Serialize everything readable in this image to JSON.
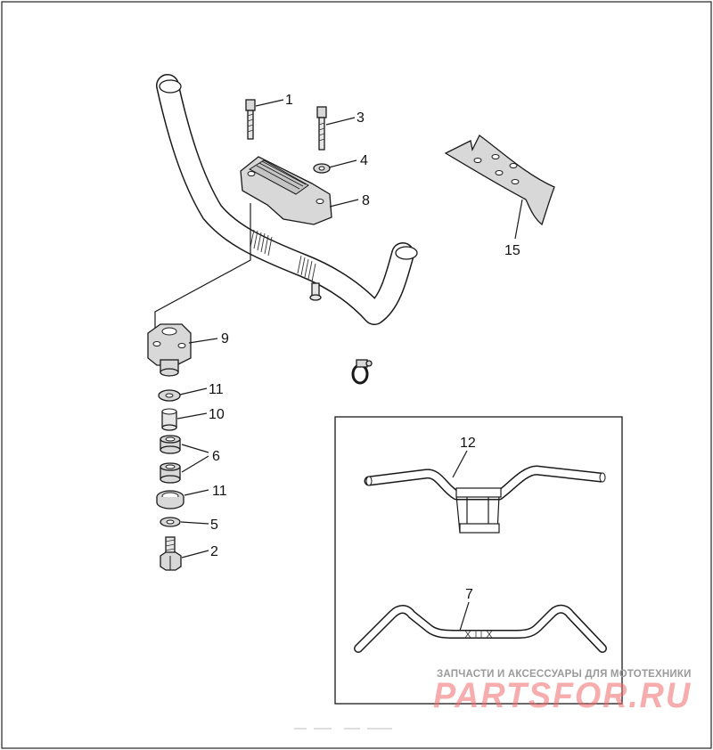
{
  "labels": {
    "p1": "1",
    "p2": "2",
    "p3": "3",
    "p4": "4",
    "p5": "5",
    "p6": "6",
    "p7": "7",
    "p8": "8",
    "p9": "9",
    "p10": "10",
    "p11a": "11",
    "p11b": "11",
    "p12": "12",
    "p15": "15"
  },
  "watermark": {
    "line1": "ЗАПЧАСТИ И АКСЕССУАРЫ ДЛЯ МОТОТЕХНИКИ",
    "line2": "PARTSFOR.RU"
  },
  "colors": {
    "line": "#1a1a1a",
    "part_fill": "#d8d8d8",
    "watermark_red": "#f06a6a",
    "watermark_gray": "#9a9a9a"
  }
}
